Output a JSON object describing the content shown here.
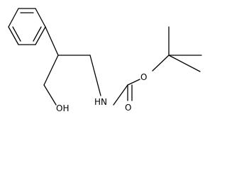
{
  "molecule": {
    "atoms": {
      "hydroxyl": "OH",
      "amine": "HN",
      "carbonyl_oxygen": "O",
      "ester_oxygen": "O"
    }
  }
}
